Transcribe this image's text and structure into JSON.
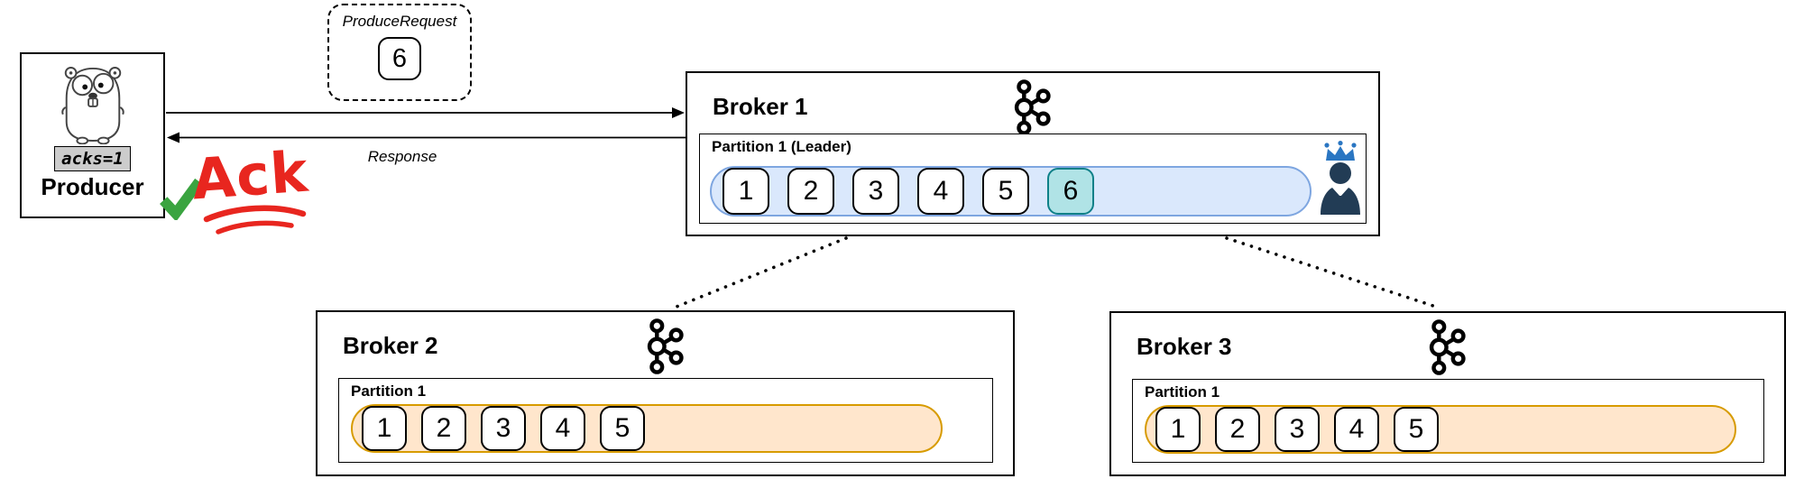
{
  "producer": {
    "label": "Producer",
    "config_badge": "acks=1"
  },
  "produce_request": {
    "label": "ProduceRequest",
    "message": "6"
  },
  "request_response": {
    "response_label": "Response",
    "ack_label": "Ack"
  },
  "brokers": [
    {
      "name": "Broker 1",
      "partition": {
        "label": "Partition 1 (Leader)",
        "is_leader": true,
        "messages": [
          {
            "value": "1"
          },
          {
            "value": "2"
          },
          {
            "value": "3"
          },
          {
            "value": "4"
          },
          {
            "value": "5"
          },
          {
            "value": "6",
            "new": true
          }
        ]
      }
    },
    {
      "name": "Broker 2",
      "partition": {
        "label": "Partition 1",
        "is_leader": false,
        "messages": [
          {
            "value": "1"
          },
          {
            "value": "2"
          },
          {
            "value": "3"
          },
          {
            "value": "4"
          },
          {
            "value": "5"
          }
        ]
      }
    },
    {
      "name": "Broker 3",
      "partition": {
        "label": "Partition 1",
        "is_leader": false,
        "messages": [
          {
            "value": "1"
          },
          {
            "value": "2"
          },
          {
            "value": "3"
          },
          {
            "value": "4"
          },
          {
            "value": "5"
          }
        ]
      }
    }
  ],
  "colors": {
    "leader_log_fill": "#dae8fc",
    "leader_log_stroke": "#7ea6e0",
    "follower_log_fill": "#ffe6cc",
    "follower_log_stroke": "#d79b00",
    "new_message_fill": "#b0e3e6",
    "new_message_stroke": "#0e8088",
    "ack_red": "#e8261f",
    "check_green": "#3aa440",
    "crown_blue": "#2a76c2",
    "suit_navy": "#223c55"
  },
  "icons": {
    "gopher": "go-gopher-mascot-icon",
    "kafka": "kafka-logo-icon",
    "leader": "leader-person-with-crown-icon",
    "check": "green-check-icon"
  }
}
